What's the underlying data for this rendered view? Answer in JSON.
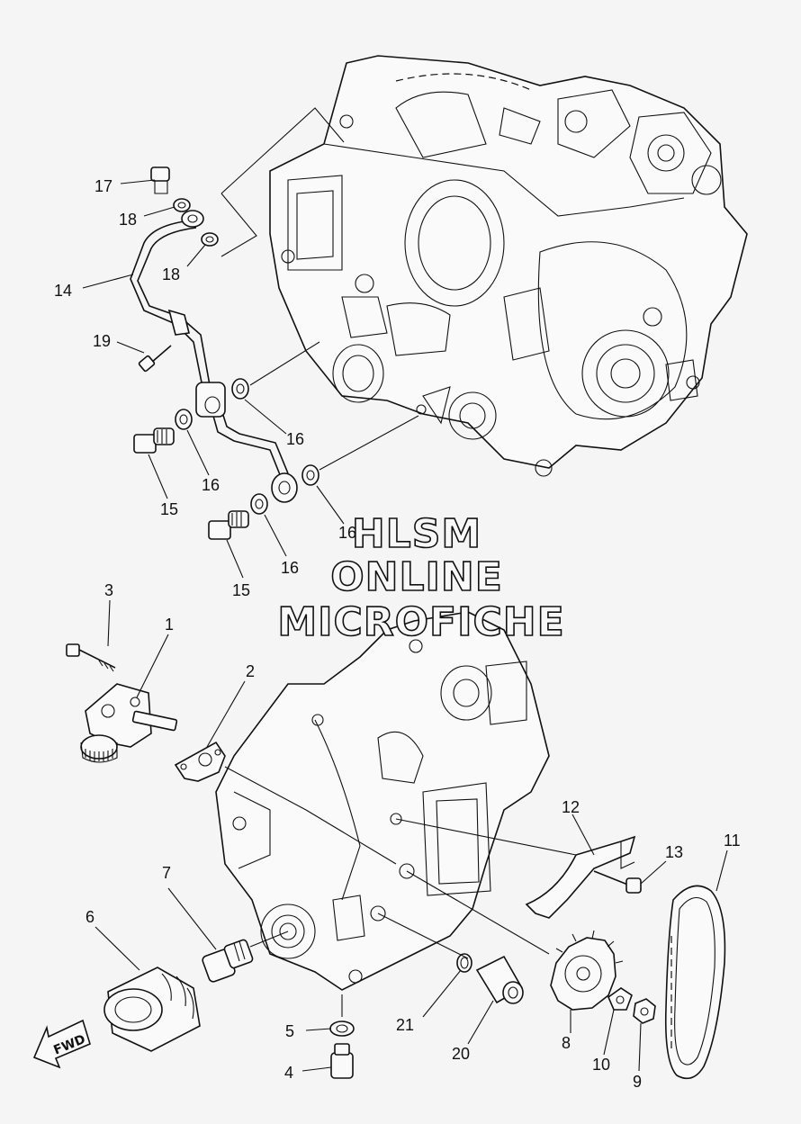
{
  "watermark": {
    "line1": "HLSM",
    "line2": "ONLINE",
    "line3": "MICROFICHE"
  },
  "direction_label": "FWD",
  "callouts": {
    "c1": "1",
    "c2": "2",
    "c3": "3",
    "c4": "4",
    "c5": "5",
    "c6": "6",
    "c7": "7",
    "c8": "8",
    "c9": "9",
    "c10": "10",
    "c11": "11",
    "c12": "12",
    "c13": "13",
    "c14": "14",
    "c15a": "15",
    "c15b": "15",
    "c16a": "16",
    "c16b": "16",
    "c16c": "16",
    "c16d": "16",
    "c17": "17",
    "c18a": "18",
    "c18b": "18",
    "c19": "19",
    "c20": "20",
    "c21": "21"
  },
  "icons": {
    "direction": "fwd-arrow-icon"
  }
}
